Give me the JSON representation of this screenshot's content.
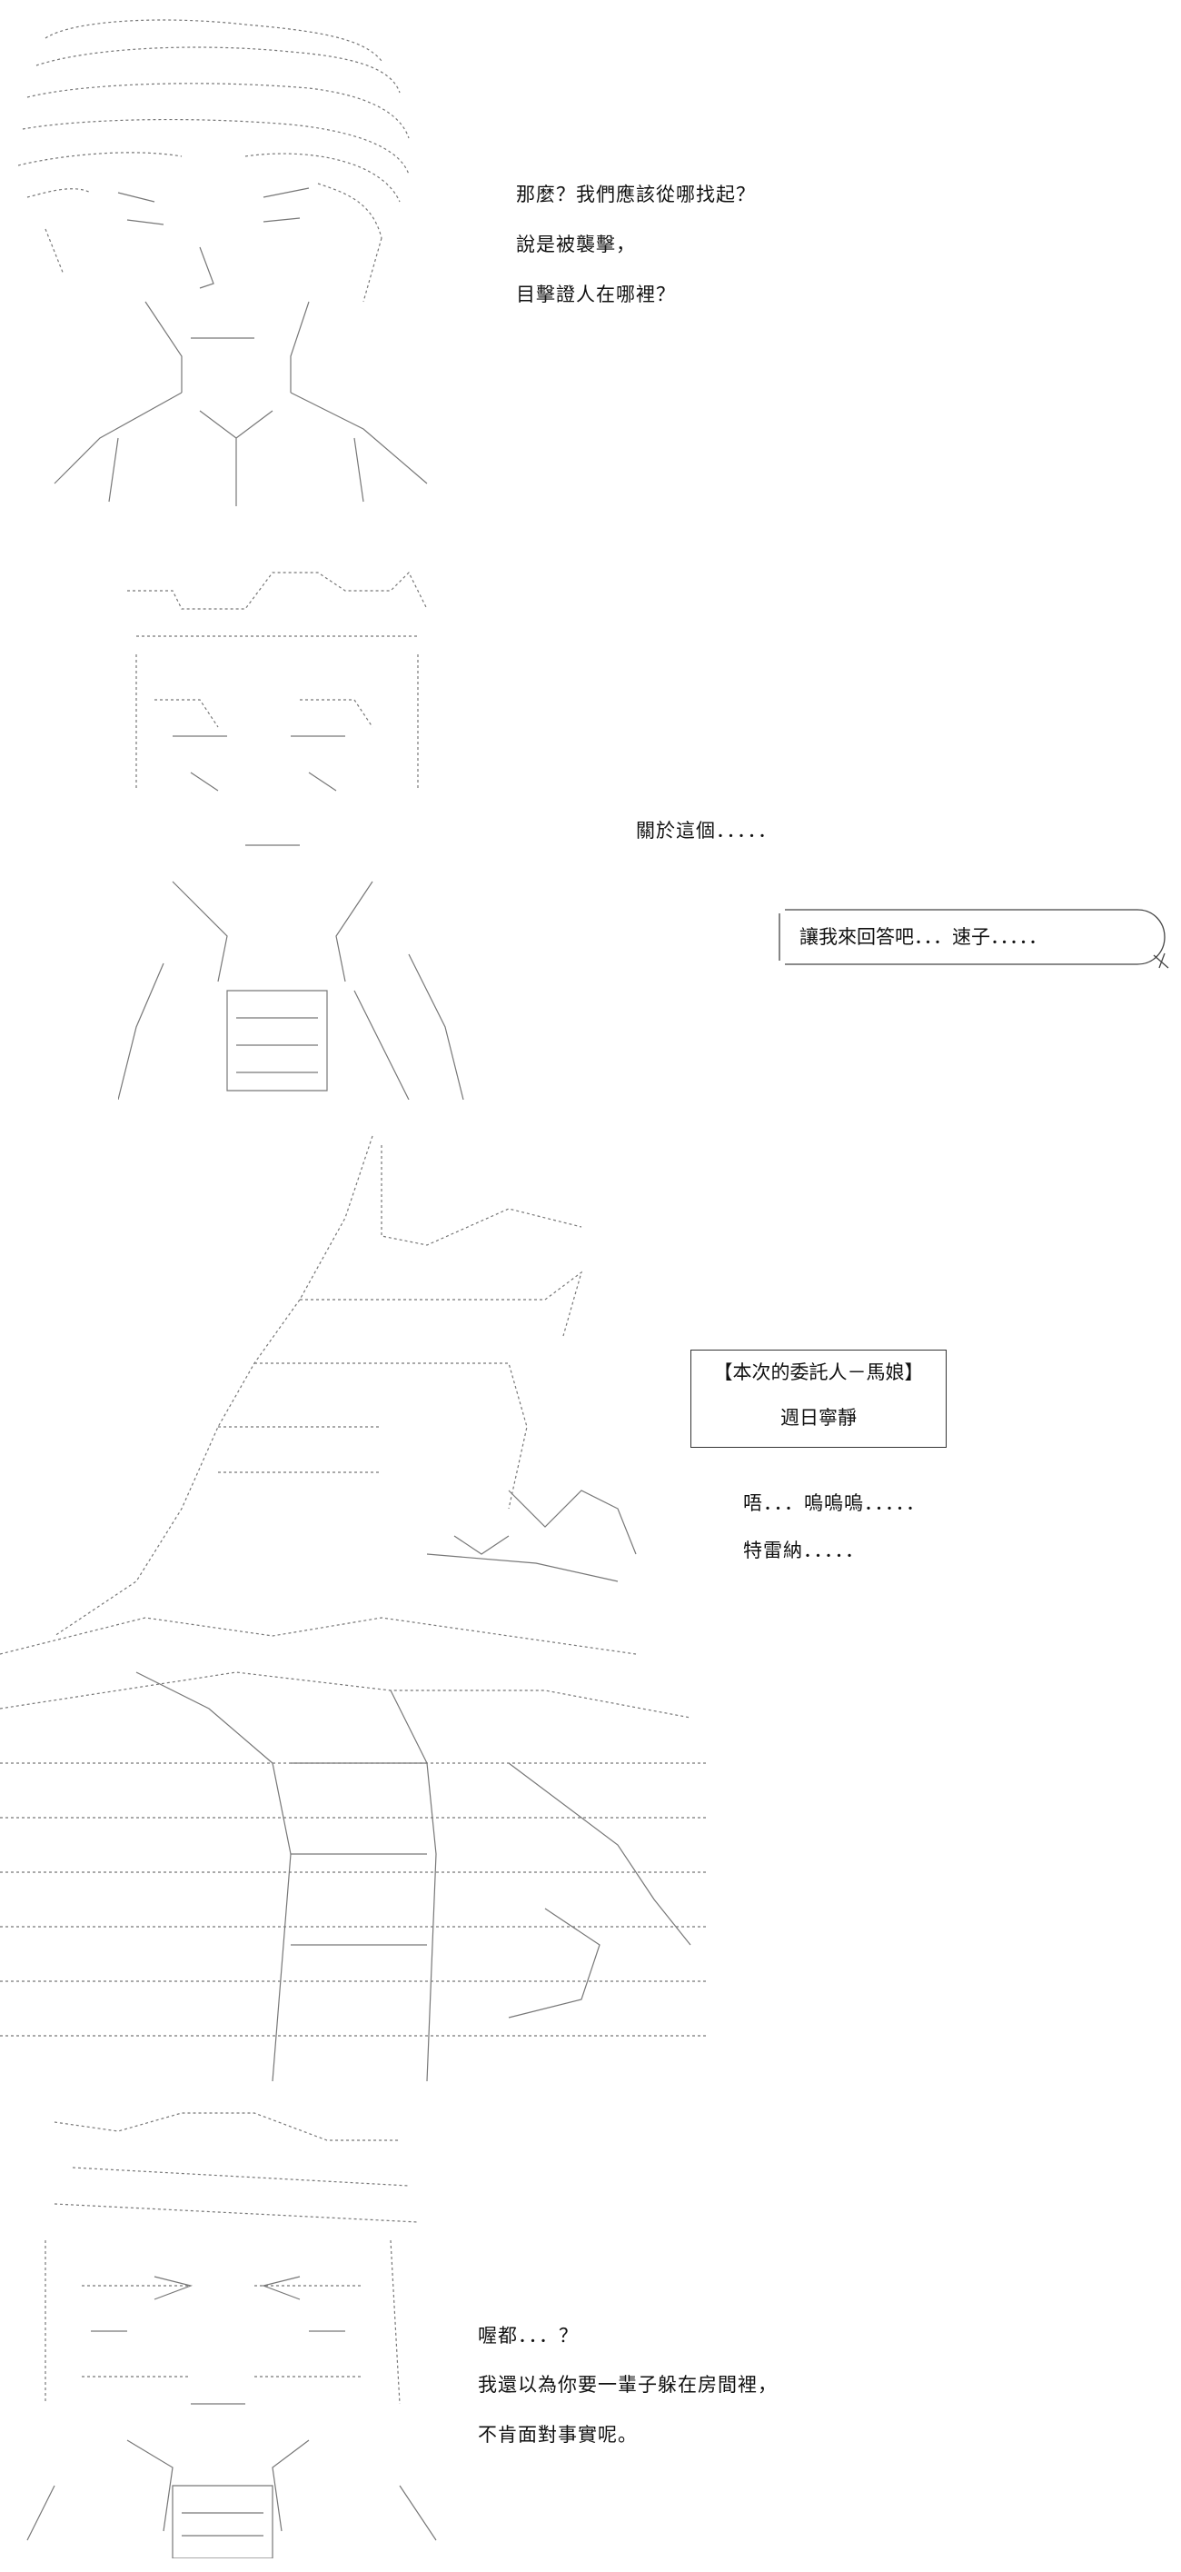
{
  "panels": [
    {
      "lines": [
        "那麼？我們應該從哪找起？",
        "說是被襲擊，",
        "目擊證人在哪裡？"
      ]
    },
    {
      "lines": [
        "關於這個．．．．．"
      ],
      "bubble": "讓我來回答吧．．．速子．．．．．"
    },
    {
      "box": {
        "title": "【本次的委託人－馬娘】",
        "name": "週日寧靜"
      },
      "lines": [
        "唔．．．嗚嗚嗚．．．．．",
        "特雷納．．．．．"
      ]
    },
    {
      "lines": [
        "喔都．．．？",
        "我還以為你要一輩子躲在房間裡，",
        "不肯面對事實呢。"
      ]
    }
  ]
}
